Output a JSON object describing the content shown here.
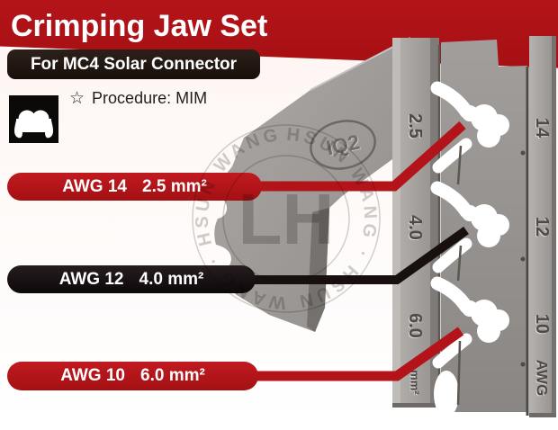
{
  "header": {
    "title": "Crimping Jaw Set",
    "subtitle": "For MC4 Solar Connector",
    "procedure": {
      "star": "☆",
      "label": "Procedure: MIM"
    }
  },
  "callouts": [
    {
      "awg": "AWG 14",
      "size": "2.5 mm²",
      "style": "red"
    },
    {
      "awg": "AWG 12",
      "size": "4.0 mm²",
      "style": "black"
    },
    {
      "awg": "AWG 10",
      "size": "6.0 mm²",
      "style": "red"
    }
  ],
  "jaw": {
    "stamp": "IQ2",
    "left_rail_markings": [
      "2.5",
      "4.0",
      "6.0",
      "mm²"
    ],
    "right_rail_markings": [
      "14",
      "12",
      "10",
      "AWG"
    ]
  },
  "watermark": {
    "ring_text": "HSUN WANG · HSUN WANG · HSUN WANG ·",
    "monogram": "LH"
  },
  "colors": {
    "band_red": "#ad1216",
    "pill_red": "#b5161b",
    "pill_black": "#17100f",
    "subtitle_box": "#221912",
    "jaw_gray": "#9b9794",
    "background": "#fdf6f3"
  }
}
